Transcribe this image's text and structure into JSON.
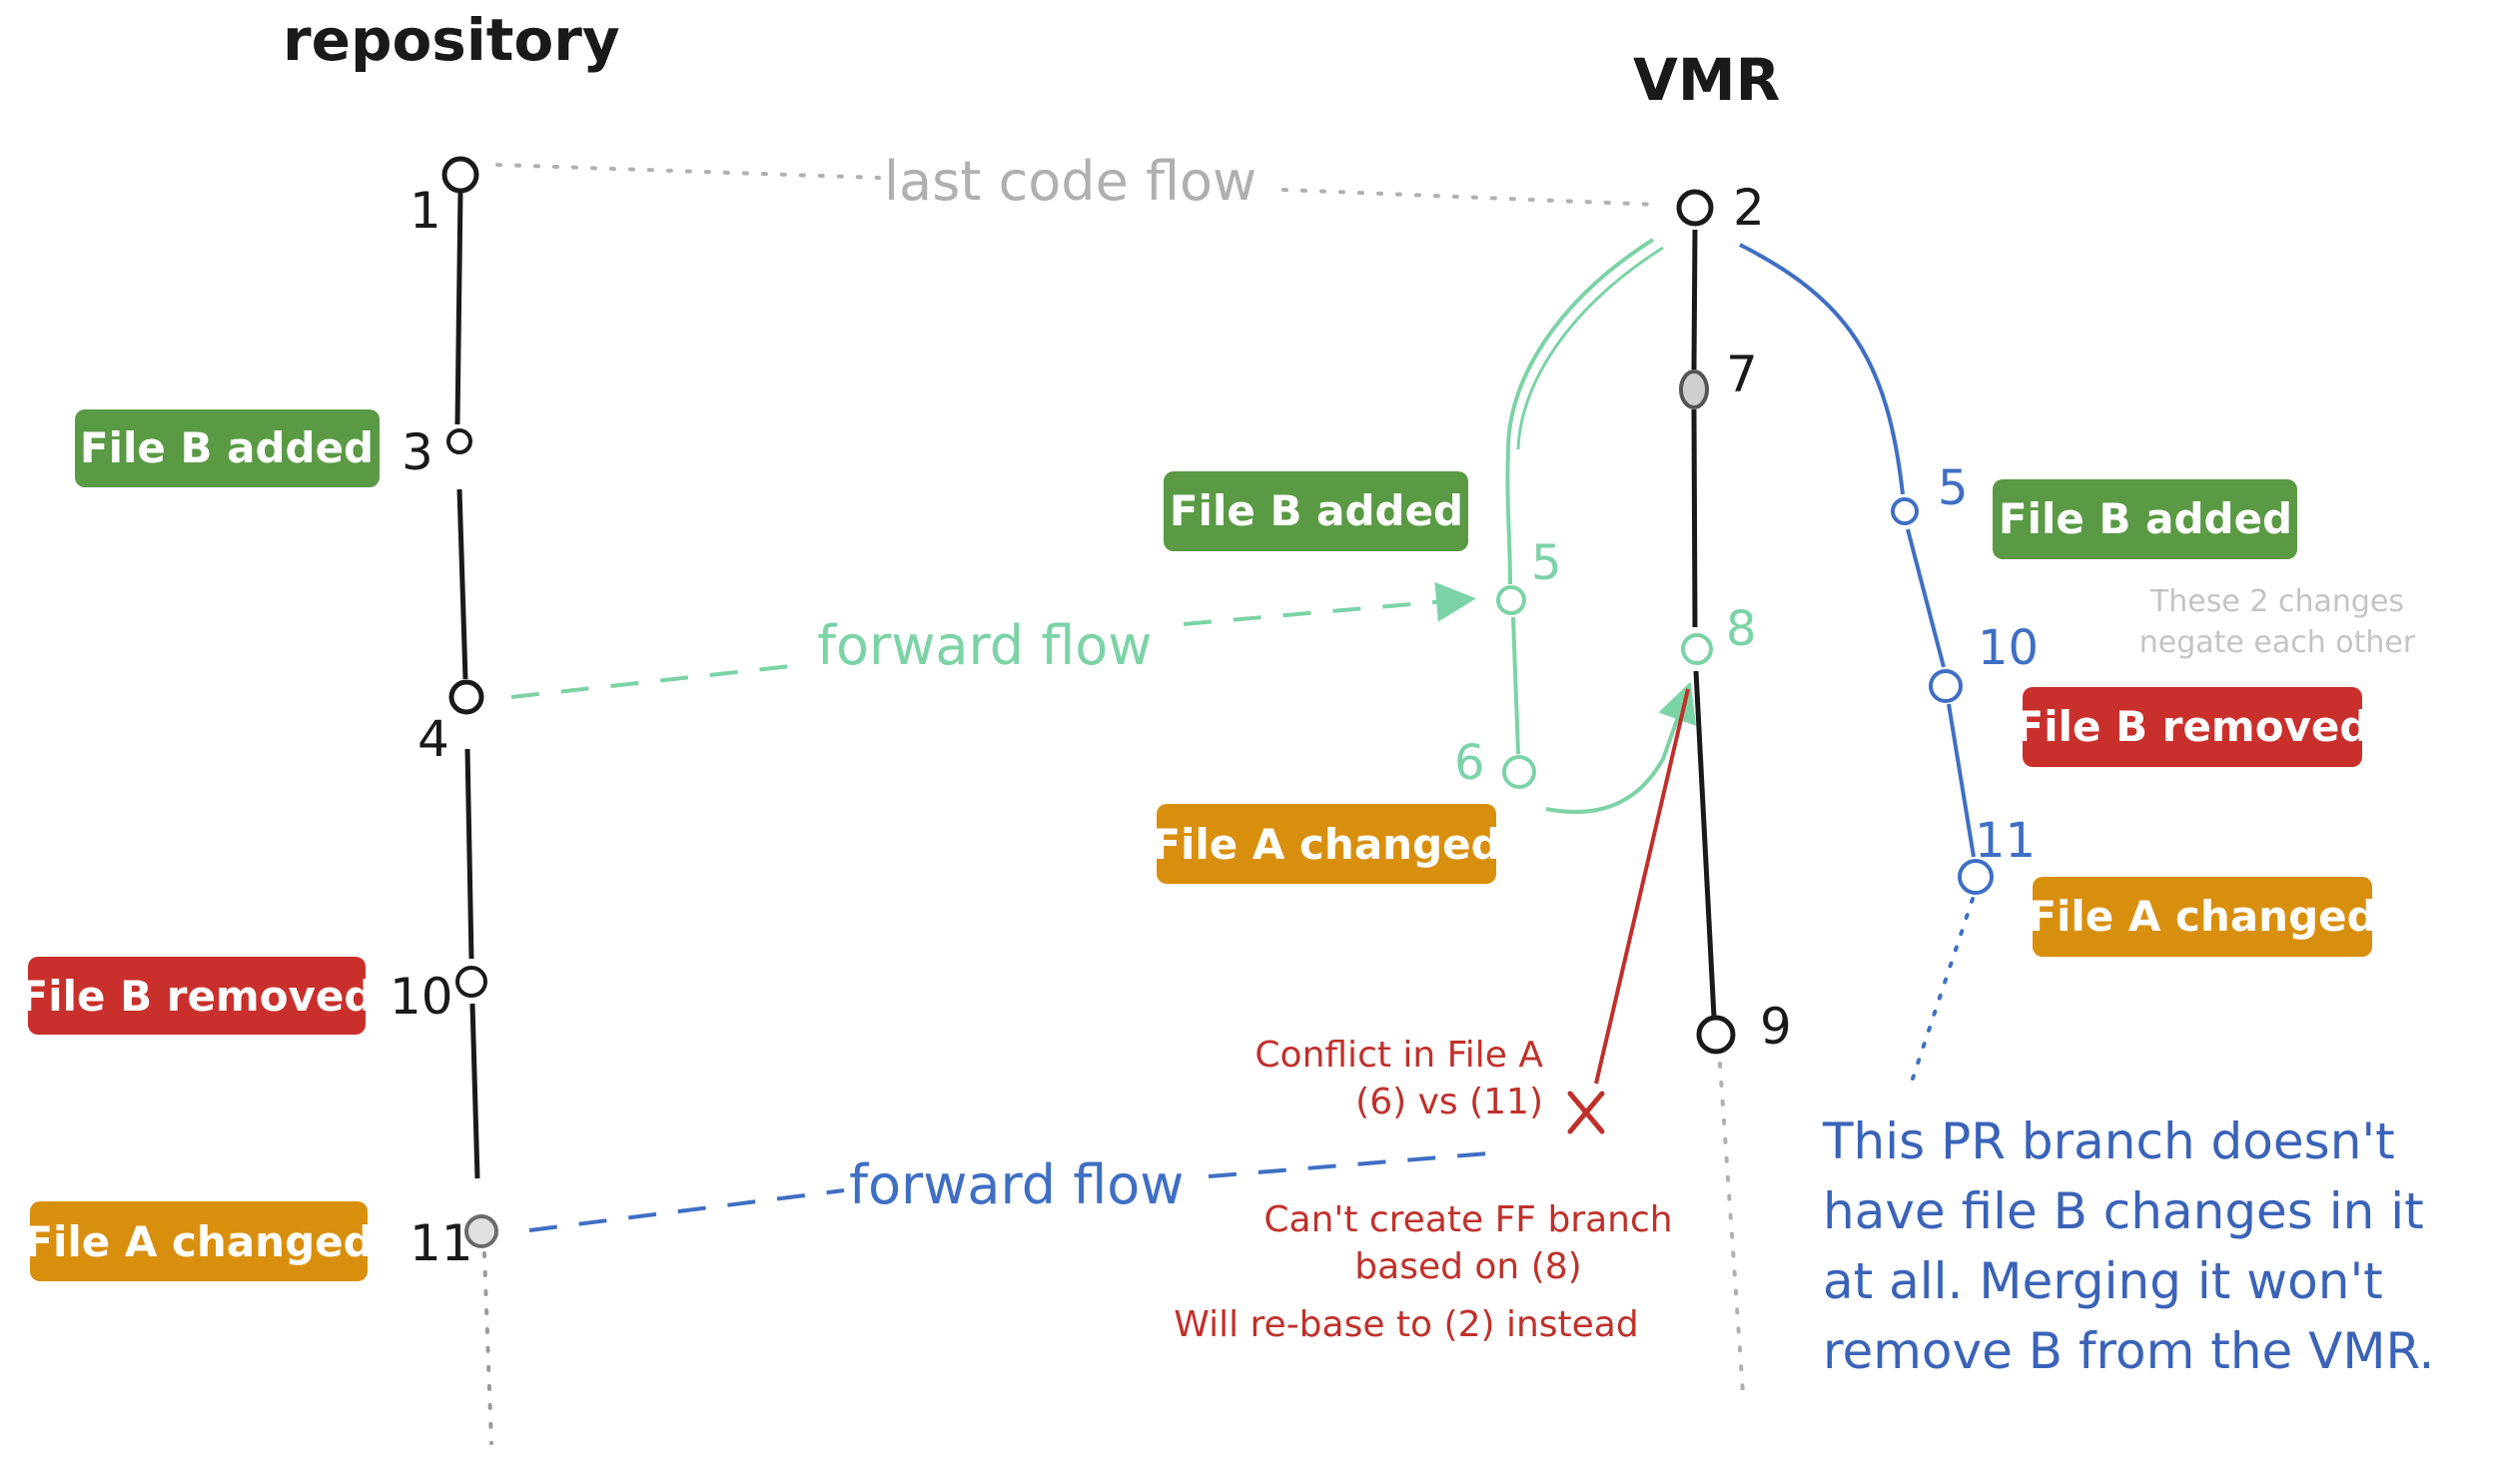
{
  "titles": {
    "repository": "repository",
    "vmr": "VMR"
  },
  "flows": {
    "last_code_flow": "last code flow",
    "forward_flow_green": "forward flow",
    "forward_flow_blue": "forward flow"
  },
  "repo_nodes": {
    "n1": "1",
    "n3": "3",
    "n4": "4",
    "n10": "10",
    "n11": "11"
  },
  "vmr_nodes": {
    "n2": "2",
    "n7": "7",
    "n8": "8",
    "n9": "9"
  },
  "green_branch": {
    "n5": "5",
    "n6": "6"
  },
  "blue_branch": {
    "n5": "5",
    "n10": "10",
    "n11": "11"
  },
  "tags": {
    "repo_file_b_added": "File B added",
    "repo_file_b_removed": "File B removed",
    "repo_file_a_changed": "File A changed",
    "green_file_b_added": "File B added",
    "green_file_a_changed": "File A changed",
    "blue_file_b_added": "File B added",
    "blue_file_b_removed": "File B removed",
    "blue_file_a_changed": "File A changed"
  },
  "annotations": {
    "negate_line1": "These 2 changes",
    "negate_line2": "negate each other",
    "conflict_line1": "Conflict in File A",
    "conflict_line2": "(6) vs (11)",
    "cant_create_line1": "Can't create FF branch",
    "cant_create_line2": "based on (8)",
    "rebase_line": "Will re-base to (2) instead",
    "note_line1": "This PR branch doesn't",
    "note_line2": "have file B changes in it",
    "note_line3": "at all. Merging it won't",
    "note_line4": "remove B from the VMR."
  },
  "colors": {
    "green_tag": "#5a9a45",
    "red_tag": "#c9302c",
    "orange_tag": "#d98f0e",
    "mint": "#7bd3a6",
    "blue": "#3f6fc4",
    "red_line": "#c0302a",
    "gray": "#b0b0b0"
  }
}
